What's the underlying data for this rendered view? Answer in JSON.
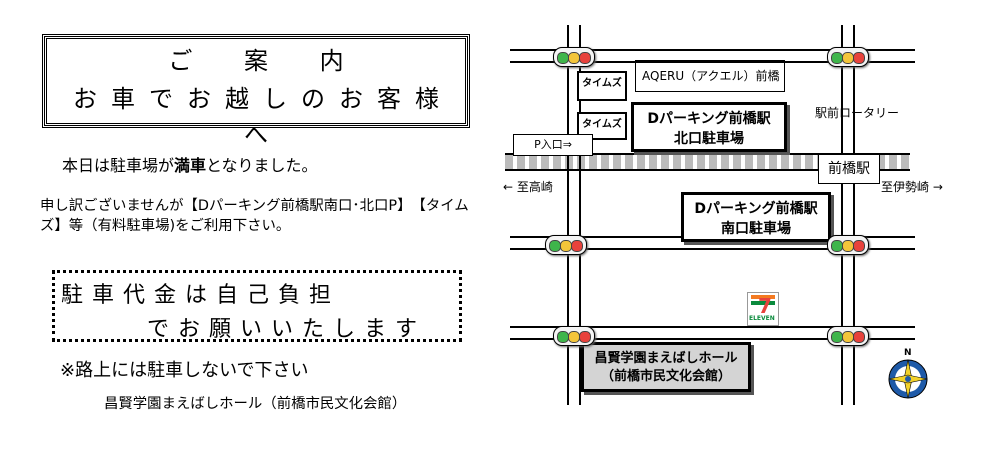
{
  "notice": {
    "title_line1": "ご 案 内",
    "title_line2": "お車でお越しのお客様へ",
    "full_prefix": "本日は駐車場が",
    "full_bold": "満車",
    "full_suffix": "となりました。",
    "apology": "申し訳ございませんが【Dパーキング前橋駅南口･北口P】　【タイムズ】等（有料駐車場)をご利用下さい。",
    "cost_line1": "駐車代金は自己負担",
    "cost_line2": "でお願いいたします",
    "no_parking": "※路上には駐車しないで下さい",
    "hall": "昌賢学園まえばしホール（前橋市民文化会館）"
  },
  "map": {
    "times_label": "タイムズ",
    "aqeru": "AQERU（アクエル）前橋",
    "dpark_north_l1": "Dパーキング前橋駅",
    "dpark_north_l2": "北口駐車場",
    "dpark_south_l1": "Dパーキング前橋駅",
    "dpark_south_l2": "南口駐車場",
    "station_rotary": "駅前ロータリー",
    "p_entrance": "P入口⇒",
    "station": "前橋駅",
    "to_takasaki": "← 至高崎",
    "to_isesaki": "至伊勢崎 →",
    "hall_l1": "昌賢学園まえばしホール",
    "hall_l2": "（前橋市民文化会館）",
    "seven_eleven": "ELEVEN",
    "compass_n": "N",
    "colors": {
      "red": "#e8423c",
      "yellow": "#f3c53a",
      "green": "#3fb54b",
      "seven_orange": "#f47a20",
      "seven_green": "#0a8a3c",
      "compass_blue": "#1e5aa8",
      "compass_yellow": "#f2d12a"
    }
  }
}
